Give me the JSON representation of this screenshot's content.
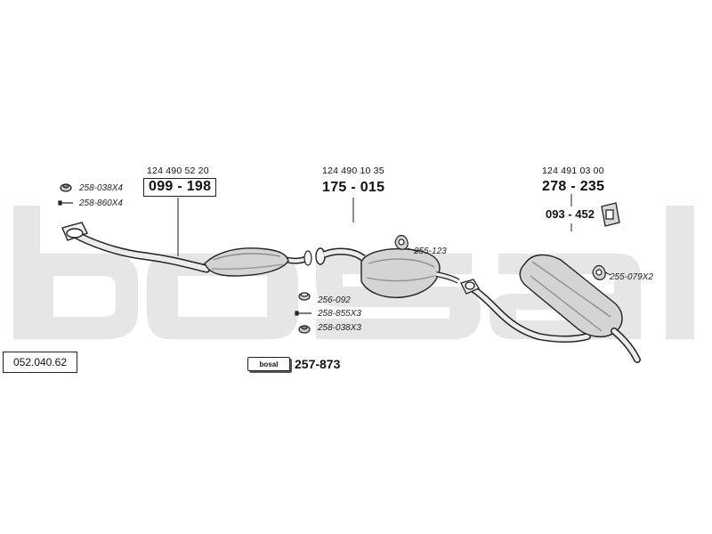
{
  "diagram_id": "052.040.62",
  "watermark": "bosal",
  "parts": [
    {
      "oe_number": "124 490 52 20",
      "part_number": "099 - 198"
    },
    {
      "oe_number": "124 490 10 35",
      "part_number": "175 - 015"
    },
    {
      "oe_number": "124 491 03 00",
      "part_number": "278 - 235"
    }
  ],
  "bracket_part": "093 - 452",
  "accessories": {
    "clamp_front": "258-038X4",
    "bolt_front": "258-860X4",
    "hanger_mid": "255-123",
    "gasket": "256-092",
    "bolt_mid": "258-855X3",
    "clamp_mid": "258-038X3",
    "hanger_rear": "255-079X2"
  },
  "mounting_kit": {
    "logo": "bosal",
    "part_number": "257-873"
  },
  "colors": {
    "watermark": "#e6e6e6",
    "line": "#222222",
    "part_fill": "#d4d4d4"
  }
}
